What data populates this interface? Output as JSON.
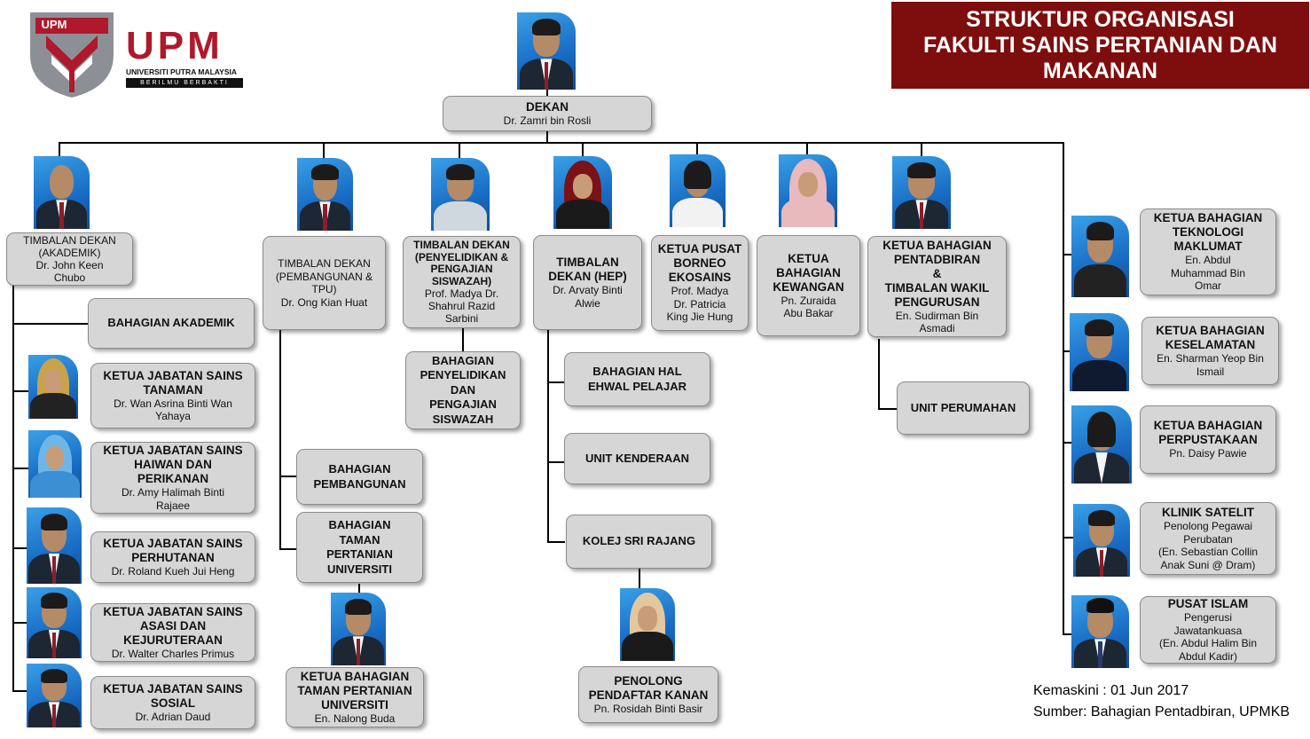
{
  "header": {
    "title_lines": [
      "STRUKTUR ORGANISASI",
      "FAKULTI SAINS PERTANIAN DAN",
      "MAKANAN"
    ],
    "logo_text": "UPM",
    "logo_sub": "UNIVERSITI PUTRA MALAYSIA",
    "logo_motto": "BERILMU BERBAKTI",
    "colors": {
      "title_bg": "#7e0d0d",
      "logo_red": "#b0182b",
      "box_bg": "#d6d6d6"
    }
  },
  "dekan": {
    "title": "DEKAN",
    "name": "Dr. Zamri bin Rosli"
  },
  "level1": [
    {
      "title": "TIMBALAN DEKAN\n(AKADEMIK)",
      "name": "Dr. John Keen\nChubo"
    },
    {
      "title": "TIMBALAN DEKAN\n(PEMBANGUNAN &\nTPU)",
      "name": "Dr. Ong Kian Huat"
    },
    {
      "title": "TIMBALAN DEKAN\n(PENYELIDIKAN &\nPENGAJIAN\nSISWAZAH)",
      "name": "Prof. Madya Dr.\nShahrul Razid\nSarbini"
    },
    {
      "title": "TIMBALAN\nDEKAN (HEP)",
      "name": "Dr. Arvaty Binti\nAlwie"
    },
    {
      "title": "KETUA PUSAT\nBORNEO\nEKOSAINS",
      "name": "Prof. Madya\nDr. Patricia\nKing Jie Hung"
    },
    {
      "title": "KETUA\nBAHAGIAN\nKEWANGAN",
      "name": "Pn. Zuraida\nAbu Bakar"
    },
    {
      "title": "KETUA BAHAGIAN\nPENTADBIRAN\n&\nTIMBALAN WAKIL\nPENGURUSAN",
      "name": "En. Sudirman Bin\nAsmadi"
    }
  ],
  "akademik": {
    "bahagian": "BAHAGIAN AKADEMIK",
    "jabatan": [
      {
        "title": "KETUA JABATAN SAINS\nTANAMAN",
        "name": "Dr. Wan Asrina Binti Wan\nYahaya"
      },
      {
        "title": "KETUA JABATAN SAINS\nHAIWAN DAN\nPERIKANAN",
        "name": "Dr. Amy Halimah Binti\nRajaee"
      },
      {
        "title": "KETUA JABATAN SAINS\nPERHUTANAN",
        "name": "Dr. Roland Kueh Jui Heng"
      },
      {
        "title": "KETUA JABATAN SAINS\nASASI DAN\nKEJURUTERAAN",
        "name": "Dr. Walter Charles Primus"
      },
      {
        "title": "KETUA JABATAN SAINS\nSOSIAL",
        "name": "Dr. Adrian Daud"
      }
    ]
  },
  "pembangunan": {
    "units": [
      "BAHAGIAN\nPEMBANGUNAN",
      "BAHAGIAN\nTAMAN\nPERTANIAN\nUNIVERSITI"
    ],
    "ketua": {
      "title": "KETUA BAHAGIAN\nTAMAN PERTANIAN\nUNIVERSITI",
      "name": "En. Nalong Buda"
    }
  },
  "penyelidikan": {
    "unit": "BAHAGIAN\nPENYELIDIKAN\nDAN\nPENGAJIAN\nSISWAZAH"
  },
  "hep": {
    "units": [
      "BAHAGIAN HAL\nEHWAL PELAJAR",
      "UNIT KENDERAAN",
      "KOLEJ SRI RAJANG"
    ],
    "penolong": {
      "title": "PENOLONG\nPENDAFTAR KANAN",
      "name": "Pn. Rosidah Binti Basir"
    }
  },
  "pentadbiran": {
    "unit": "UNIT PERUMAHAN"
  },
  "right": [
    {
      "title": "KETUA BAHAGIAN\nTEKNOLOGI\nMAKLUMAT",
      "name": "En. Abdul\nMuhammad Bin\nOmar"
    },
    {
      "title": "KETUA BAHAGIAN\nKESELAMATAN",
      "name": "En. Sharman Yeop Bin\nIsmail"
    },
    {
      "title": "KETUA BAHAGIAN\nPERPUSTAKAAN",
      "name": "Pn. Daisy Pawie"
    },
    {
      "title": "KLINIK SATELIT",
      "name": "Penolong Pegawai\nPerubatan\n(En. Sebastian Collin\nAnak Suni @ Dram)"
    },
    {
      "title": "PUSAT ISLAM",
      "name": "Pengerusi\nJawatankuasa\n(En. Abdul Halim Bin\nAbdul Kadir)"
    }
  ],
  "footer": {
    "updated": "Kemaskini : 01 Jun 2017",
    "source": "Sumber: Bahagian Pentadbiran, UPMKB"
  }
}
